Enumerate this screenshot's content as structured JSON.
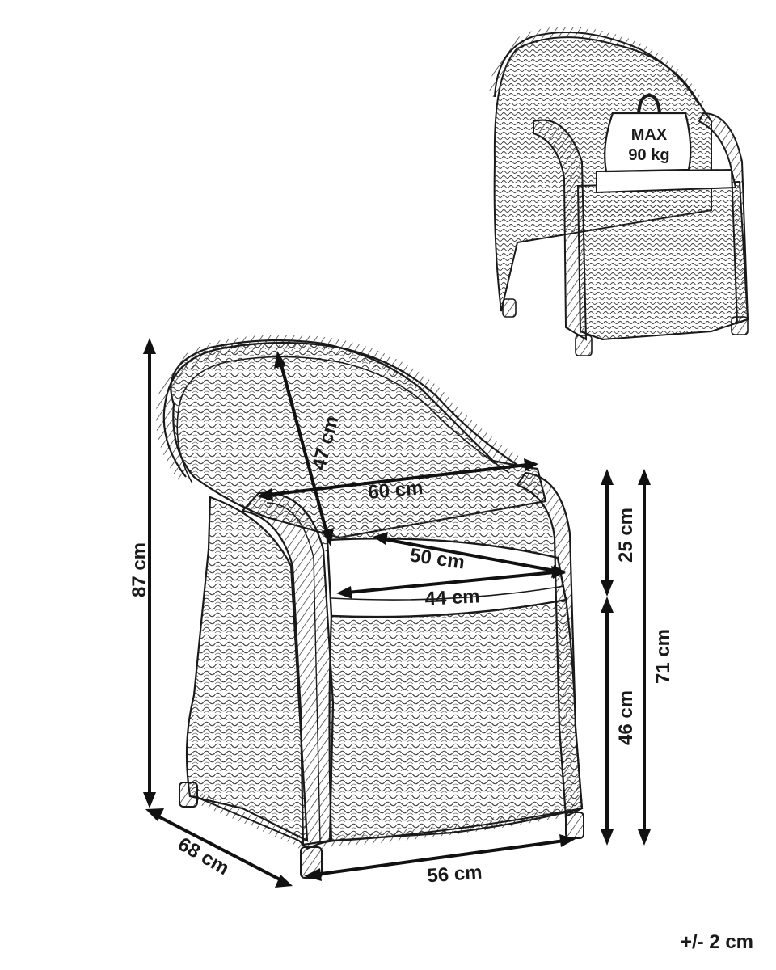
{
  "dimensions": {
    "height_total": "87 cm",
    "depth": "68 cm",
    "width_base": "56 cm",
    "backrest_height": "47 cm",
    "width_top": "60 cm",
    "seat_depth": "50 cm",
    "seat_width": "44 cm",
    "armrest_above_seat": "25 cm",
    "seat_height": "46 cm",
    "armrest_height": "71 cm"
  },
  "load_badge": {
    "line1": "MAX",
    "line2": "90 kg"
  },
  "tolerance": "+/- 2 cm"
}
